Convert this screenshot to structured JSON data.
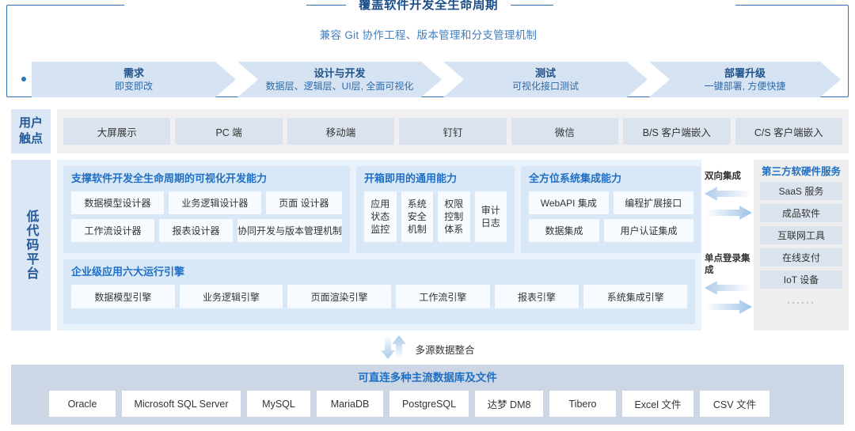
{
  "banner": {
    "title": "覆盖软件开发全生命周期",
    "subtitle": "兼容 Git 协作工程、版本管理和分支管理机制"
  },
  "lifecycle": {
    "stages": [
      {
        "title": "需求",
        "desc": "即变即改"
      },
      {
        "title": "设计与开发",
        "desc": "数据层、逻辑层、UI层, 全面可视化"
      },
      {
        "title": "测试",
        "desc": "可视化接口测试"
      },
      {
        "title": "部署升级",
        "desc": "一键部署, 方便快捷"
      }
    ]
  },
  "touchpoints": {
    "rail_label": "用户触点",
    "items": [
      {
        "label": "大屏展示",
        "width": 130
      },
      {
        "label": "PC 端",
        "width": 130
      },
      {
        "label": "移动端",
        "width": 130
      },
      {
        "label": "钉钉",
        "width": 130
      },
      {
        "label": "微信",
        "width": 130
      },
      {
        "label": "B/S 客户端嵌入",
        "width": 130
      },
      {
        "label": "C/S 客户端嵌入",
        "width": 130
      }
    ]
  },
  "lowcode": {
    "rail_label": "低代码平台",
    "panels": [
      {
        "heading": "支撑软件开发全生命周期的可视化开发能力",
        "rows": [
          [
            {
              "label": "数据模型设计器"
            },
            {
              "label": "业务逻辑设计器"
            },
            {
              "label": "页面 设计器"
            }
          ],
          [
            {
              "label": "工作流设计器"
            },
            {
              "label": "报表设计器"
            },
            {
              "label": "协同开发与版本管理机制"
            }
          ]
        ]
      },
      {
        "heading": "开箱即用的通用能力",
        "tall_items": [
          {
            "lines": [
              "应用",
              "状态",
              "监控"
            ]
          },
          {
            "lines": [
              "系统",
              "安全",
              "机制"
            ]
          },
          {
            "lines": [
              "权限",
              "控制",
              "体系"
            ]
          },
          {
            "lines": [
              "审计",
              "日志"
            ]
          }
        ]
      },
      {
        "heading": "全方位系统集成能力",
        "rows": [
          [
            {
              "label": "WebAPI 集成"
            },
            {
              "label": "编程扩展接口"
            }
          ],
          [
            {
              "label": "数据集成"
            },
            {
              "label": "用户认证集成"
            }
          ]
        ]
      }
    ],
    "engines": {
      "heading": "企业级应用六大运行引擎",
      "items": [
        {
          "label": "数据模型引擎"
        },
        {
          "label": "业务逻辑引擎"
        },
        {
          "label": "页面渲染引擎"
        },
        {
          "label": "工作流引擎"
        },
        {
          "label": "报表引擎"
        },
        {
          "label": "系统集成引擎"
        }
      ]
    }
  },
  "integration": {
    "groups": [
      {
        "label": "双向集成"
      },
      {
        "label": "单点登录集成"
      }
    ]
  },
  "third_party": {
    "heading": "第三方软硬件服务",
    "items": [
      {
        "label": "SaaS 服务"
      },
      {
        "label": "成品软件"
      },
      {
        "label": "互联网工具"
      },
      {
        "label": "在线支付"
      },
      {
        "label": "IoT 设备"
      },
      {
        "label": "······"
      }
    ]
  },
  "multi_source": {
    "label": "多源数据整合"
  },
  "database": {
    "heading": "可直连多种主流数据库及文件",
    "items": [
      {
        "label": "Oracle",
        "width": 84
      },
      {
        "label": "Microsoft SQL Server",
        "width": 150
      },
      {
        "label": "MySQL",
        "width": 80
      },
      {
        "label": "MariaDB",
        "width": 84
      },
      {
        "label": "PostgreSQL",
        "width": 100
      },
      {
        "label": "达梦 DM8",
        "width": 86
      },
      {
        "label": "Tibero",
        "width": 84
      },
      {
        "label": "Excel 文件",
        "width": 90
      },
      {
        "label": "CSV 文件",
        "width": 88
      }
    ]
  },
  "colors": {
    "accent_blue": "#1f6fc4",
    "deep_blue": "#1c4e8a",
    "chevron_fill": "#d5e3f2",
    "rail_fill": "#dbe7f5",
    "panel_fill": "#d9e8f7",
    "band_fill": "#eaf2fb",
    "db_band_fill": "#ccd6e4",
    "arrow_blue": "#bcd6ef"
  }
}
